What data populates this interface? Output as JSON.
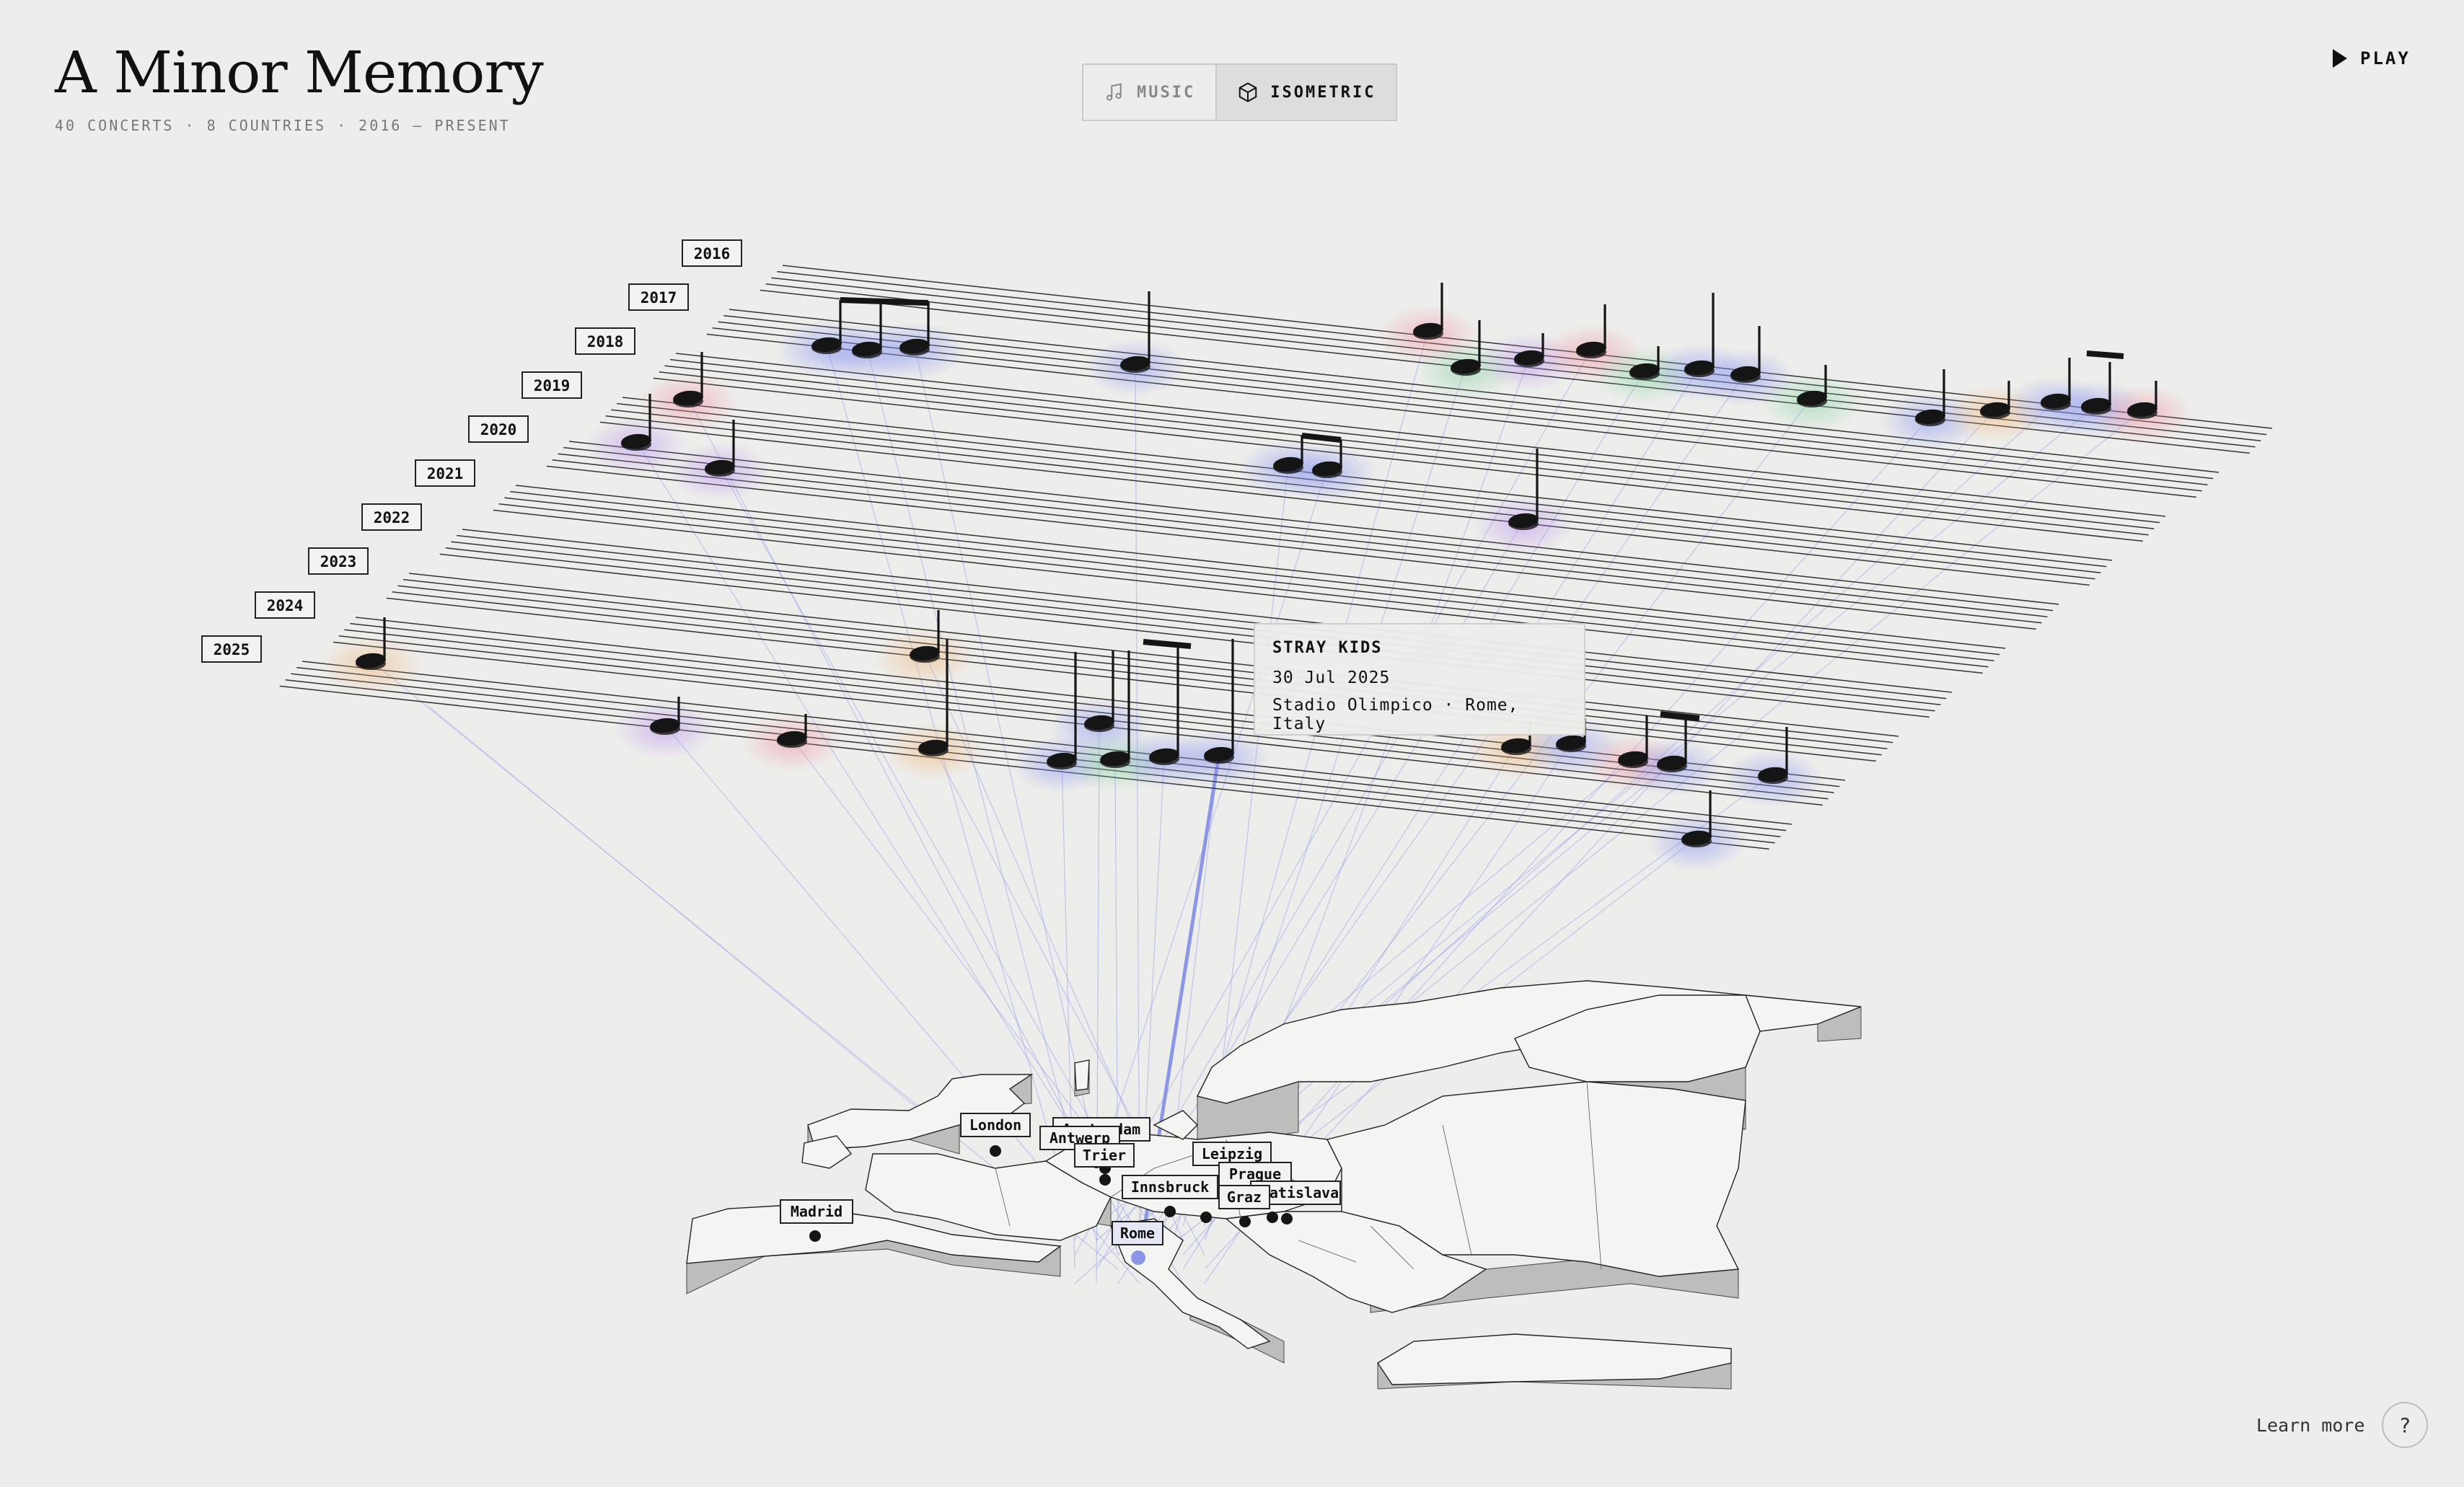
{
  "header": {
    "title": "A Minor Memory",
    "subtitle": "40 CONCERTS · 8 COUNTRIES · 2016 – PRESENT"
  },
  "toolbar": {
    "modes": [
      {
        "label": "MUSIC",
        "icon": "music-note-icon",
        "active": false
      },
      {
        "label": "ISOMETRIC",
        "icon": "cube-icon",
        "active": true
      }
    ],
    "play_label": "PLAY"
  },
  "staff": {
    "years": [
      "2016",
      "2017",
      "2018",
      "2019",
      "2020",
      "2021",
      "2022",
      "2023",
      "2024",
      "2025"
    ]
  },
  "map": {
    "cities": [
      "London",
      "Amsterdam",
      "Antwerp",
      "Trier",
      "Leipzig",
      "Prague",
      "Innsbruck",
      "Bratislava",
      "Graz",
      "Madrid",
      "Rome"
    ],
    "highlight_city": "Rome"
  },
  "tooltip": {
    "artist": "STRAY KIDS",
    "date": "30 Jul 2025",
    "venue": "Stadio Olimpico · Rome, Italy"
  },
  "footer": {
    "learn_more": "Learn more",
    "help": "?"
  },
  "colors": {
    "background": "#ededeb",
    "accent": "#8c96e6",
    "ink": "#111111"
  }
}
